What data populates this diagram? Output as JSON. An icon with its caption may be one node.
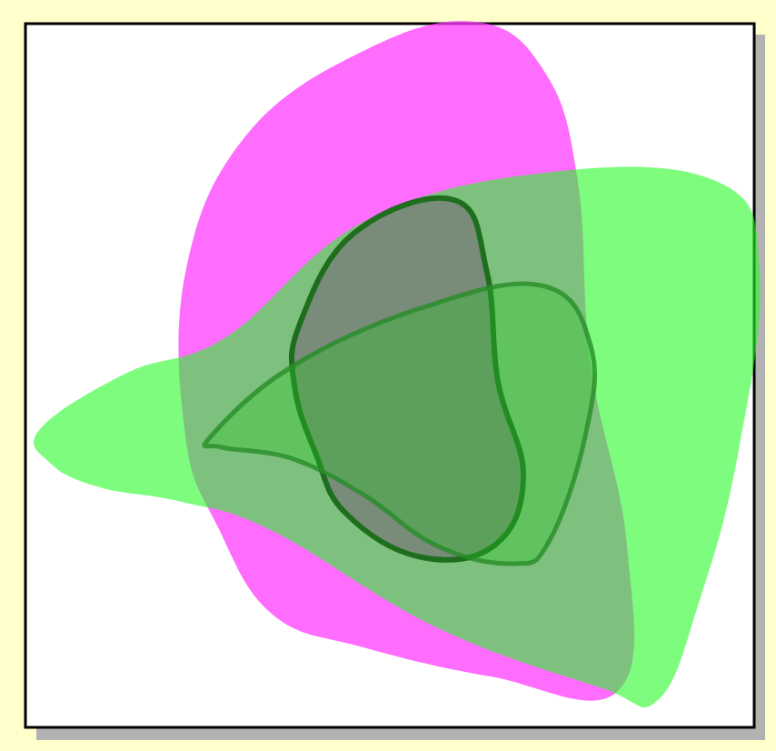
{
  "diagram": {
    "nodes": [
      {
        "text": [],
        "shape": "blob"
      },
      {
        "text": [],
        "shape": "blob"
      },
      {
        "text": [],
        "shape": "blob"
      },
      {
        "text": [],
        "shape": "blob"
      }
    ]
  }
}
